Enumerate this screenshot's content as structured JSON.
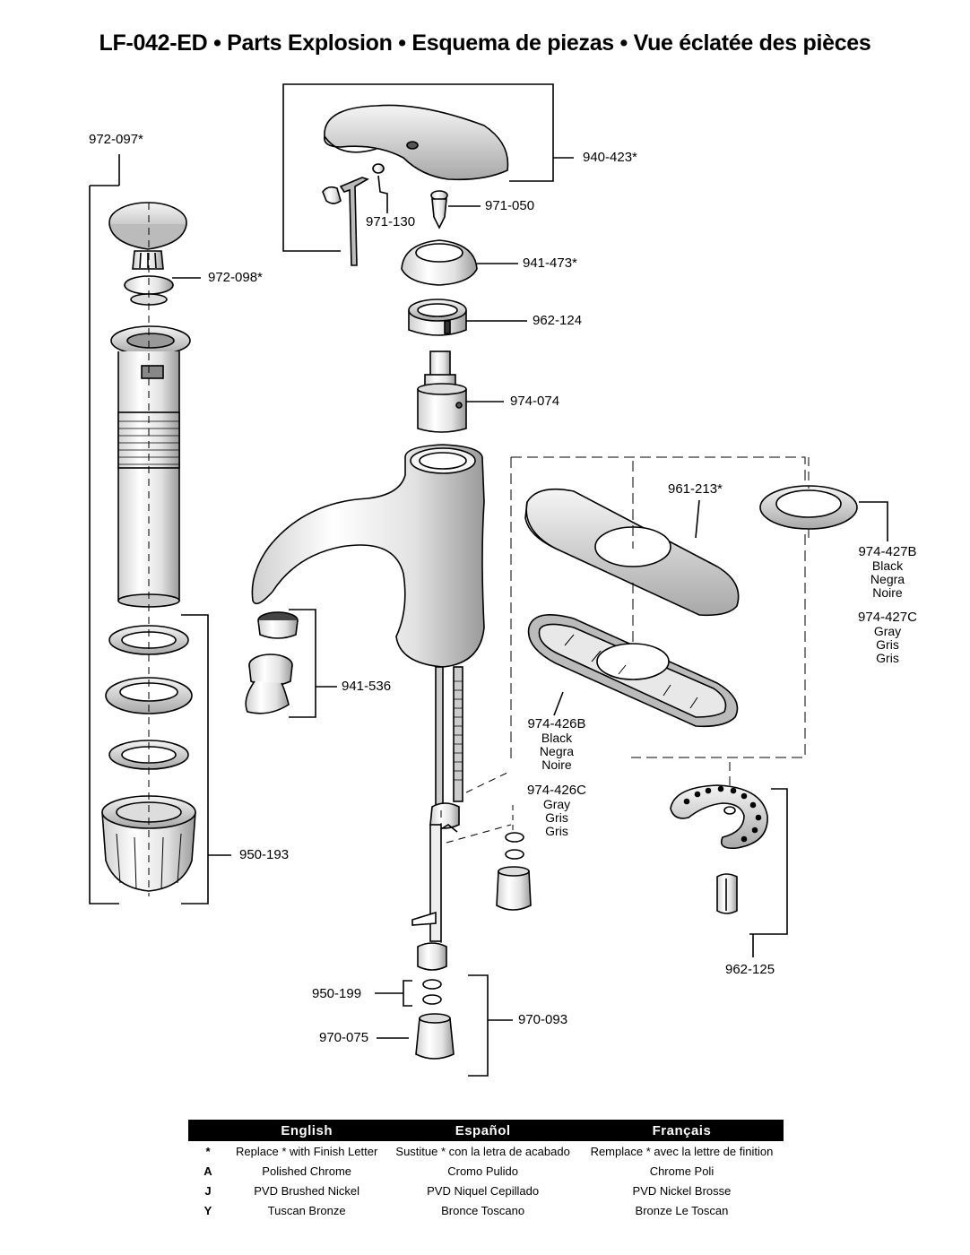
{
  "title": "LF-042-ED • Parts Explosion • Esquema de piezas • Vue éclatée des pièces",
  "parts": {
    "p972_097": "972-097*",
    "p972_098": "972-098*",
    "p940_423": "940-423*",
    "p971_130": "971-130",
    "p971_050": "971-050",
    "p941_473": "941-473*",
    "p962_124": "962-124",
    "p974_074": "974-074",
    "p961_213": "961-213*",
    "p974_427B": "974-427B",
    "p974_427B_en": "Black",
    "p974_427B_es": "Negra",
    "p974_427B_fr": "Noire",
    "p974_427C": "974-427C",
    "p974_427C_en": "Gray",
    "p974_427C_es": "Gris",
    "p974_427C_fr": "Gris",
    "p941_536": "941-536",
    "p974_426B": "974-426B",
    "p974_426B_en": "Black",
    "p974_426B_es": "Negra",
    "p974_426B_fr": "Noire",
    "p974_426C": "974-426C",
    "p974_426C_en": "Gray",
    "p974_426C_es": "Gris",
    "p974_426C_fr": "Gris",
    "p950_193": "950-193",
    "p962_125": "962-125",
    "p950_199": "950-199",
    "p970_075": "970-075",
    "p970_093": "970-093"
  },
  "finish_table": {
    "headers": [
      "English",
      "Español",
      "Français"
    ],
    "rows": [
      {
        "code": "*",
        "en": "Replace * with Finish Letter",
        "es": "Sustitue * con la letra de acabado",
        "fr": "Remplace * avec la lettre de finition"
      },
      {
        "code": "A",
        "en": "Polished Chrome",
        "es": "Cromo Pulido",
        "fr": "Chrome Poli"
      },
      {
        "code": "J",
        "en": "PVD Brushed Nickel",
        "es": "PVD Niquel Cepillado",
        "fr": "PVD Nickel Brosse"
      },
      {
        "code": "Y",
        "en": "Tuscan Bronze",
        "es": "Bronce Toscano",
        "fr": "Bronze Le Toscan"
      }
    ]
  }
}
